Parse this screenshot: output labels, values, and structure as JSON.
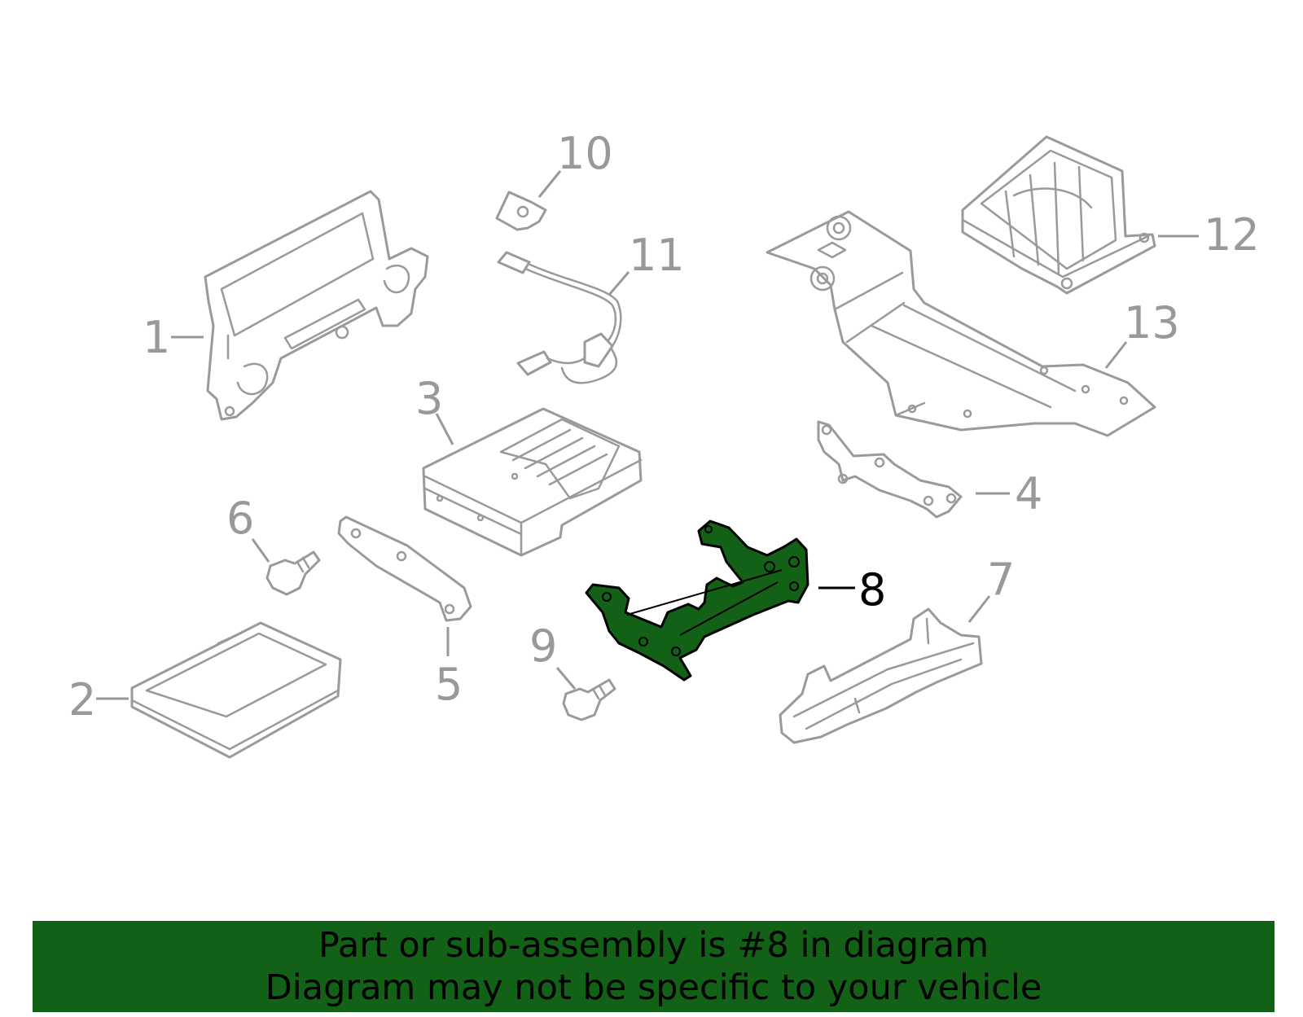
{
  "diagram": {
    "highlight_color": "#136116",
    "highlighted_part": "8",
    "callouts": [
      {
        "id": "1",
        "label": "1"
      },
      {
        "id": "2",
        "label": "2"
      },
      {
        "id": "3",
        "label": "3"
      },
      {
        "id": "4",
        "label": "4"
      },
      {
        "id": "5",
        "label": "5"
      },
      {
        "id": "6",
        "label": "6"
      },
      {
        "id": "7",
        "label": "7"
      },
      {
        "id": "8",
        "label": "8"
      },
      {
        "id": "9",
        "label": "9"
      },
      {
        "id": "10",
        "label": "10"
      },
      {
        "id": "11",
        "label": "11"
      },
      {
        "id": "12",
        "label": "12"
      },
      {
        "id": "13",
        "label": "13"
      }
    ]
  },
  "banner": {
    "background": "#136116",
    "line1": "Part or sub-assembly is #8 in diagram",
    "line2": "Diagram may not be specific to your vehicle"
  }
}
